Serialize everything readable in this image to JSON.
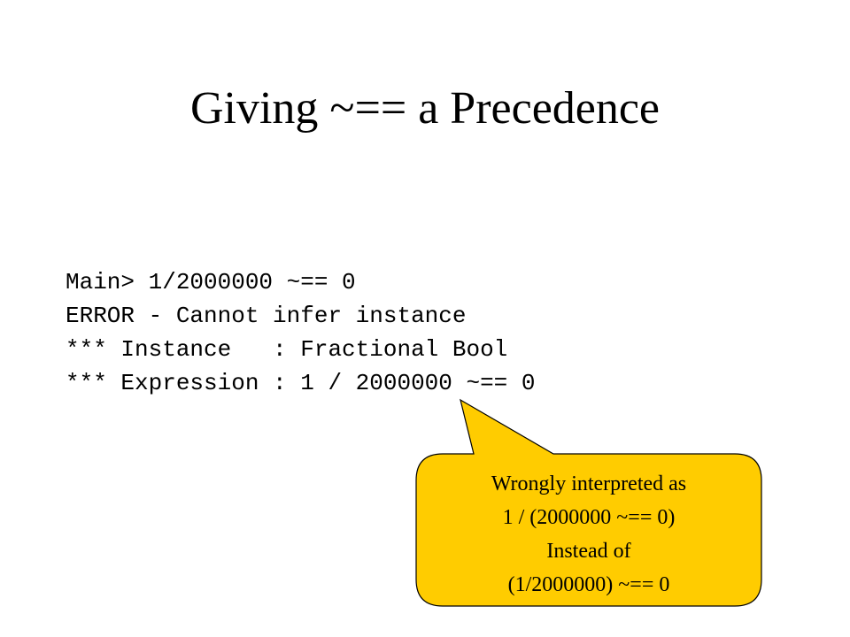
{
  "slide": {
    "title": "Giving ~== a Precedence",
    "code_lines": [
      "Main> 1/2000000 ~== 0",
      "ERROR - Cannot infer instance",
      "*** Instance   : Fractional Bool",
      "*** Expression : 1 / 2000000 ~== 0"
    ],
    "callout": {
      "lines": [
        "Wrongly interpreted as",
        "1 / (2000000 ~== 0)",
        "Instead of",
        "(1/2000000) ~== 0"
      ],
      "fill_color": "#ffcc00",
      "border_color": "#000000"
    }
  }
}
